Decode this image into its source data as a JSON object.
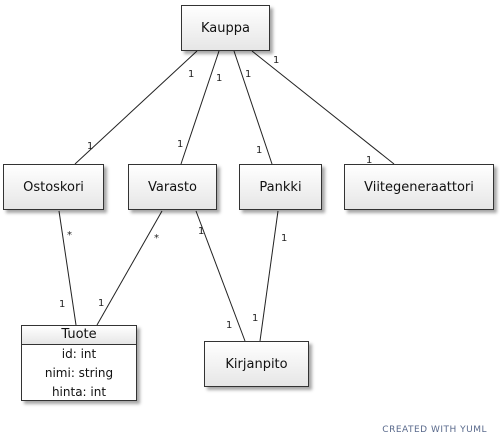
{
  "nodes": {
    "kauppa": "Kauppa",
    "ostoskori": "Ostoskori",
    "varasto": "Varasto",
    "pankki": "Pankki",
    "viitegeneraattori": "Viitegeneraattori",
    "kirjanpito": "Kirjanpito",
    "tuote": {
      "name": "Tuote",
      "attributes": [
        "id: int",
        "nimi: string",
        "hinta: int"
      ]
    }
  },
  "edges": [
    {
      "from": "Kauppa",
      "to": "Ostoskori",
      "from_mult": "1",
      "to_mult": "1"
    },
    {
      "from": "Kauppa",
      "to": "Varasto",
      "from_mult": "1",
      "to_mult": "1"
    },
    {
      "from": "Kauppa",
      "to": "Pankki",
      "from_mult": "1",
      "to_mult": "1"
    },
    {
      "from": "Kauppa",
      "to": "Viitegeneraattori",
      "from_mult": "1",
      "to_mult": "1"
    },
    {
      "from": "Ostoskori",
      "to": "Tuote",
      "from_mult": "*",
      "to_mult": "1"
    },
    {
      "from": "Varasto",
      "to": "Tuote",
      "from_mult": "*",
      "to_mult": "1"
    },
    {
      "from": "Varasto",
      "to": "Kirjanpito",
      "from_mult": "1",
      "to_mult": "1"
    },
    {
      "from": "Pankki",
      "to": "Kirjanpito",
      "from_mult": "1",
      "to_mult": "1"
    }
  ],
  "footer": "CREATED WITH YUML"
}
